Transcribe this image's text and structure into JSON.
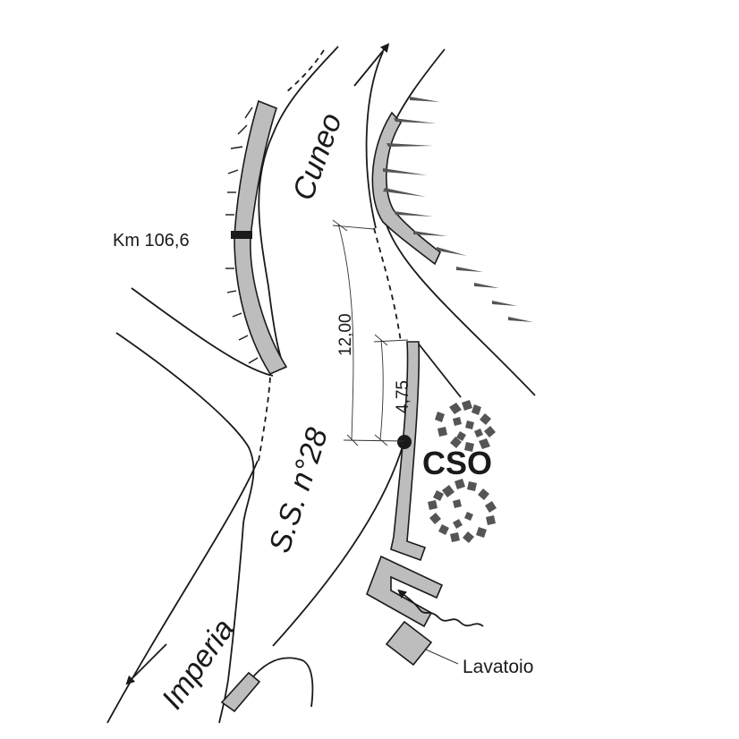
{
  "map": {
    "road_name": "S.S. n°28",
    "direction_north": "Cuneo",
    "direction_south": "Imperia",
    "km_marker": "Km 106,6",
    "site_label": "CSO",
    "washhouse_label": "Lavatoio",
    "dim_road_width": "12,00",
    "dim_offset": "4,75"
  },
  "colors": {
    "line": "#1a1a1a",
    "wall_fill": "#bdbdbd",
    "vegetation": "#555555",
    "background": "#ffffff"
  }
}
